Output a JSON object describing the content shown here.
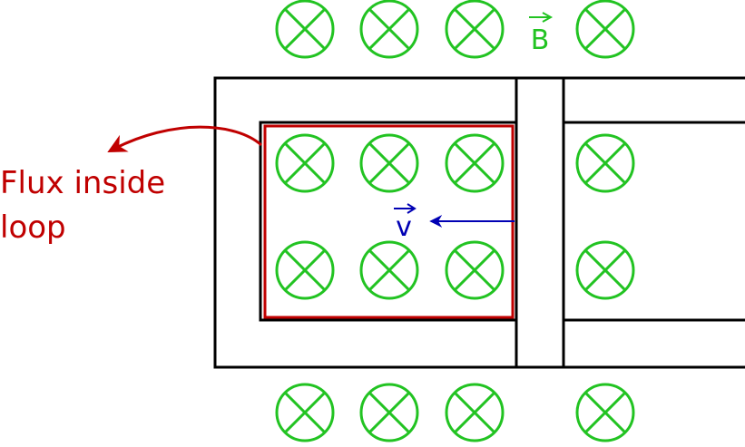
{
  "labels": {
    "field": "B",
    "velocity": "v",
    "flux_line1": "Flux inside",
    "flux_line2": "loop"
  },
  "icons": {
    "field_symbol": "magnetic-field-into-page-icon"
  },
  "colors": {
    "field": "#22c322",
    "velocity": "#0000b4",
    "flux": "#c00000",
    "rails": "#000000"
  }
}
